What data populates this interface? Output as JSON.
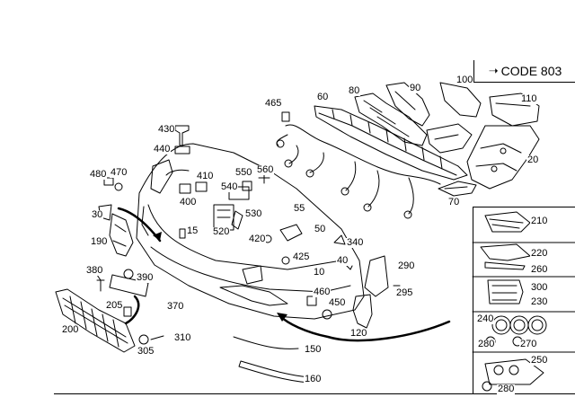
{
  "code_label": "CODE 803",
  "callouts": [
    {
      "id": "c10",
      "text": "10"
    },
    {
      "id": "c15",
      "text": "15"
    },
    {
      "id": "c20",
      "text": "20"
    },
    {
      "id": "c30",
      "text": "30"
    },
    {
      "id": "c40",
      "text": "40"
    },
    {
      "id": "c50",
      "text": "50"
    },
    {
      "id": "c55",
      "text": "55"
    },
    {
      "id": "c60",
      "text": "60"
    },
    {
      "id": "c70",
      "text": "70"
    },
    {
      "id": "c80",
      "text": "80"
    },
    {
      "id": "c90",
      "text": "90"
    },
    {
      "id": "c100",
      "text": "100"
    },
    {
      "id": "c110",
      "text": "110"
    },
    {
      "id": "c120",
      "text": "120"
    },
    {
      "id": "c150",
      "text": "150"
    },
    {
      "id": "c160",
      "text": "160"
    },
    {
      "id": "c190",
      "text": "190"
    },
    {
      "id": "c200",
      "text": "200"
    },
    {
      "id": "c205",
      "text": "205"
    },
    {
      "id": "c210",
      "text": "210"
    },
    {
      "id": "c220",
      "text": "220"
    },
    {
      "id": "c230",
      "text": "230"
    },
    {
      "id": "c240",
      "text": "240"
    },
    {
      "id": "c250",
      "text": "250"
    },
    {
      "id": "c260",
      "text": "260"
    },
    {
      "id": "c270",
      "text": "270"
    },
    {
      "id": "c280a",
      "text": "280"
    },
    {
      "id": "c280b",
      "text": "280"
    },
    {
      "id": "c290",
      "text": "290"
    },
    {
      "id": "c295",
      "text": "295"
    },
    {
      "id": "c300",
      "text": "300"
    },
    {
      "id": "c305",
      "text": "305"
    },
    {
      "id": "c310",
      "text": "310"
    },
    {
      "id": "c340",
      "text": "340"
    },
    {
      "id": "c370",
      "text": "370"
    },
    {
      "id": "c380",
      "text": "380"
    },
    {
      "id": "c390",
      "text": "390"
    },
    {
      "id": "c400",
      "text": "400"
    },
    {
      "id": "c410",
      "text": "410"
    },
    {
      "id": "c420",
      "text": "420"
    },
    {
      "id": "c425",
      "text": "425"
    },
    {
      "id": "c430",
      "text": "430"
    },
    {
      "id": "c440",
      "text": "440"
    },
    {
      "id": "c450",
      "text": "450"
    },
    {
      "id": "c460",
      "text": "460"
    },
    {
      "id": "c465",
      "text": "465"
    },
    {
      "id": "c470",
      "text": "470"
    },
    {
      "id": "c480",
      "text": "480"
    },
    {
      "id": "c520",
      "text": "520"
    },
    {
      "id": "c530",
      "text": "530"
    },
    {
      "id": "c540",
      "text": "540"
    },
    {
      "id": "c550",
      "text": "550"
    },
    {
      "id": "c560",
      "text": "560"
    }
  ]
}
